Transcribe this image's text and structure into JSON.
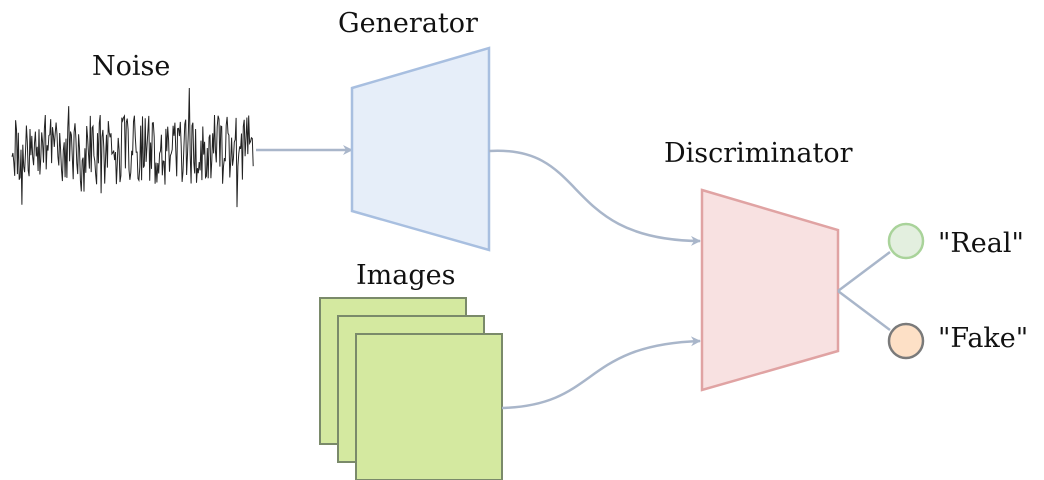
{
  "labels": {
    "noise": "Noise",
    "generator": "Generator",
    "discriminator": "Discriminator",
    "images": "Images",
    "real": "\"Real\"",
    "fake": "\"Fake\""
  },
  "colors": {
    "generator_fill": "#e6eef9",
    "generator_stroke": "#a8bfe0",
    "discriminator_fill": "#f8e1e1",
    "discriminator_stroke": "#e0a3a3",
    "image_fill": "#d4e9a0",
    "image_stroke": "#7a8a6a",
    "real_fill": "#e3efdf",
    "real_stroke": "#a9d39a",
    "fake_fill": "#fde0c6",
    "fake_stroke": "#7a7a7a",
    "connector": "#a9b6ca",
    "noise_signal": "#222222"
  }
}
